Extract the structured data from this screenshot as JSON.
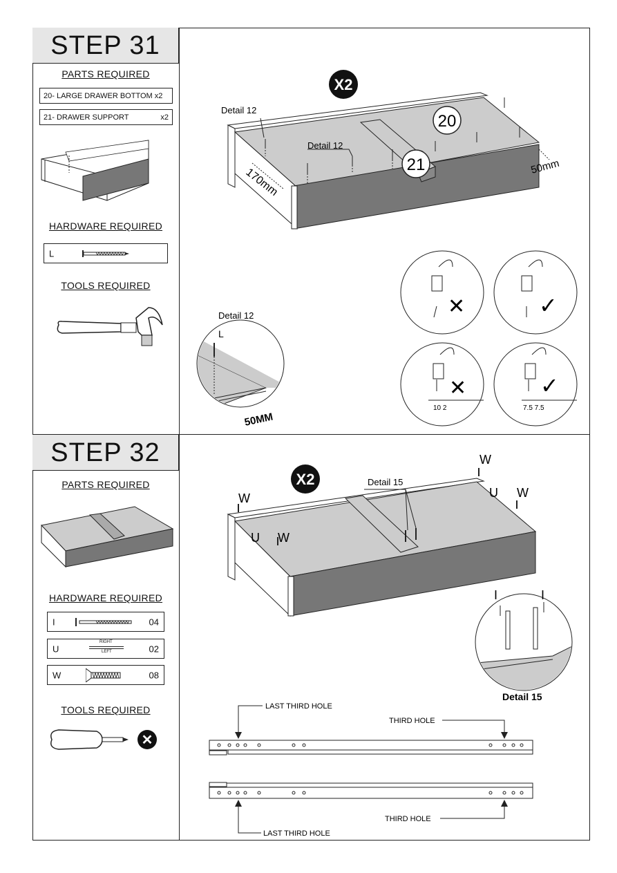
{
  "step31": {
    "title": "STEP 31",
    "parts_heading": "PARTS REQUIRED",
    "parts": [
      {
        "label": "20- LARGE DRAWER BOTTOM x2",
        "qty": ""
      },
      {
        "label": "21- DRAWER SUPPORT",
        "qty": "x2"
      }
    ],
    "hardware_heading": "HARDWARE REQUIRED",
    "hardware": [
      {
        "code": "L",
        "qty": ""
      }
    ],
    "tools_heading": "TOOLS REQUIRED",
    "tool_icon": "hammer-icon",
    "multiplier": "X2",
    "detail_label_1": "Detail 12",
    "detail_label_2": "Detail 12",
    "part_20": "20",
    "part_21": "21",
    "dim_170": "170mm",
    "dim_50": "50mm",
    "detail_circle_label": "Detail 12",
    "detail_screw_code": "L",
    "detail_dim": "50MM",
    "ruler_wrong": "10 2",
    "ruler_right": "7.5 7.5"
  },
  "step32": {
    "title": "STEP 32",
    "parts_heading": "PARTS REQUIRED",
    "hardware_heading": "HARDWARE REQUIRED",
    "hardware": [
      {
        "code": "I",
        "qty": "04"
      },
      {
        "code": "U",
        "qty": "02",
        "sub_top": "RIGHT",
        "sub_bottom": "LEFT"
      },
      {
        "code": "W",
        "qty": "08"
      }
    ],
    "tools_heading": "TOOLS REQUIRED",
    "tool_icon": "screwdriver-icon",
    "multiplier": "X2",
    "detail_label": "Detail 15",
    "detail_caption": "Detail 15",
    "detail_screws": "I",
    "labels": {
      "w": "W",
      "u": "U"
    },
    "rail_labels": {
      "last_third_hole": "LAST THIRD HOLE",
      "third_hole": "THIRD HOLE"
    }
  }
}
